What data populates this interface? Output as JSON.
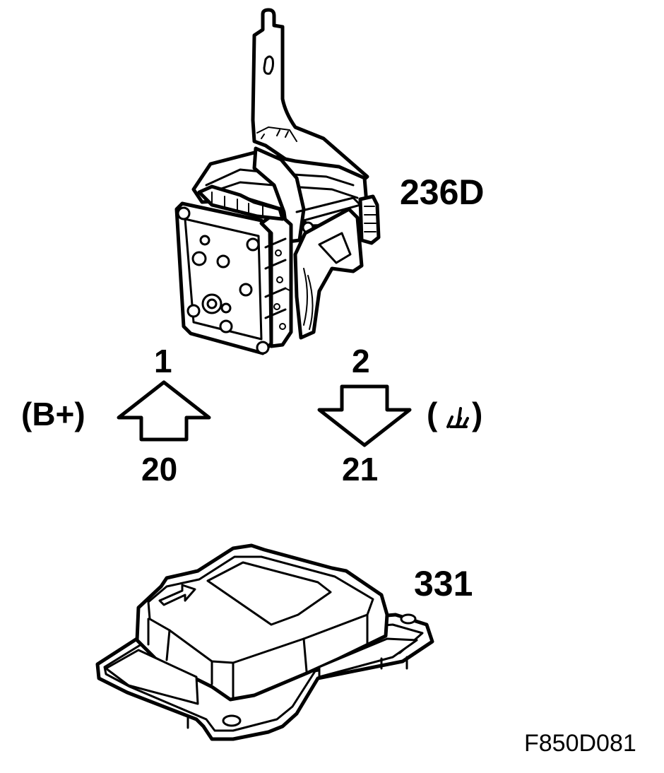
{
  "components": {
    "upper": {
      "id": "236D"
    },
    "lower": {
      "id": "331"
    }
  },
  "connections": {
    "supply": {
      "pin_top": "1",
      "pin_bottom": "20",
      "signal": "(B+)"
    },
    "ground": {
      "pin_top": "2",
      "pin_bottom": "21",
      "signal_open": "(",
      "signal_close": ")",
      "symbol": "ground-symbol-icon"
    }
  },
  "figure_ref": "F850D081"
}
